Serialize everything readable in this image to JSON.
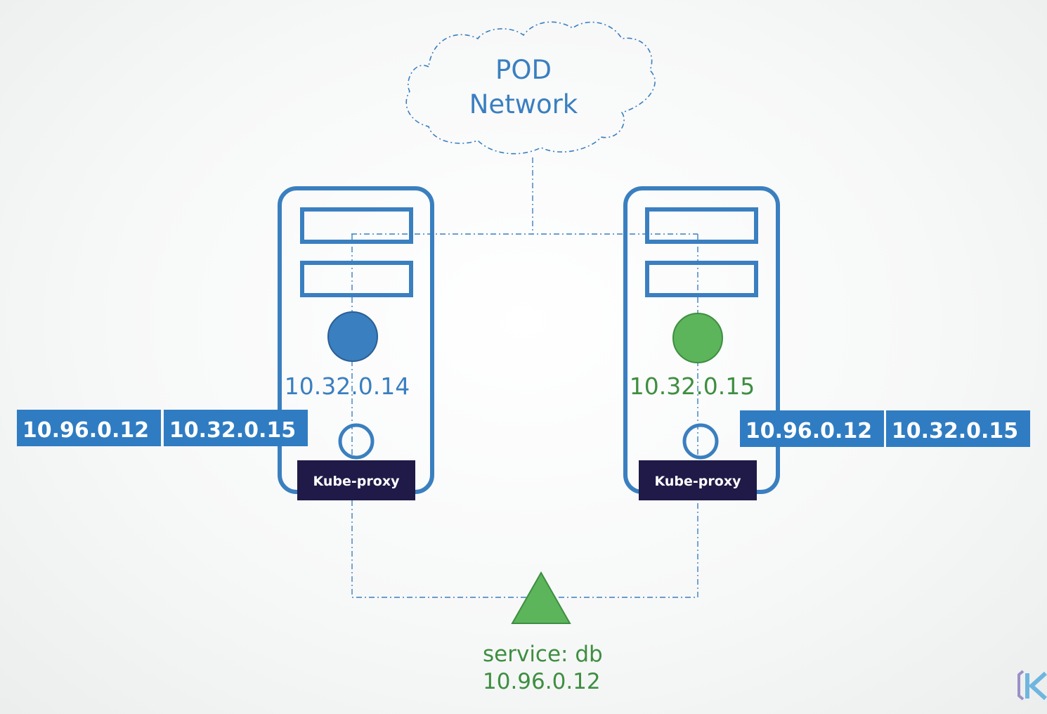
{
  "network": {
    "line1": "POD",
    "line2": "Network"
  },
  "nodes": [
    {
      "pod_ip": "10.32.0.14",
      "pod_color": "#3a7fc0",
      "proxy_label": "Kube-proxy",
      "table": [
        "10.96.0.12",
        "10.32.0.15"
      ]
    },
    {
      "pod_ip": "10.32.0.15",
      "pod_color": "#5cb55a",
      "proxy_label": "Kube-proxy",
      "table": [
        "10.96.0.12",
        "10.32.0.15"
      ]
    }
  ],
  "service": {
    "name": "service: db",
    "ip": "10.96.0.12",
    "color": "#5cb55a"
  },
  "colors": {
    "server_outline": "#3a7fc0",
    "proxy_bg": "#1f1a47",
    "table_bg": "#2f7cc2",
    "line": "#3a7fc0"
  },
  "logo_icon": "kodekloud-logo-icon"
}
